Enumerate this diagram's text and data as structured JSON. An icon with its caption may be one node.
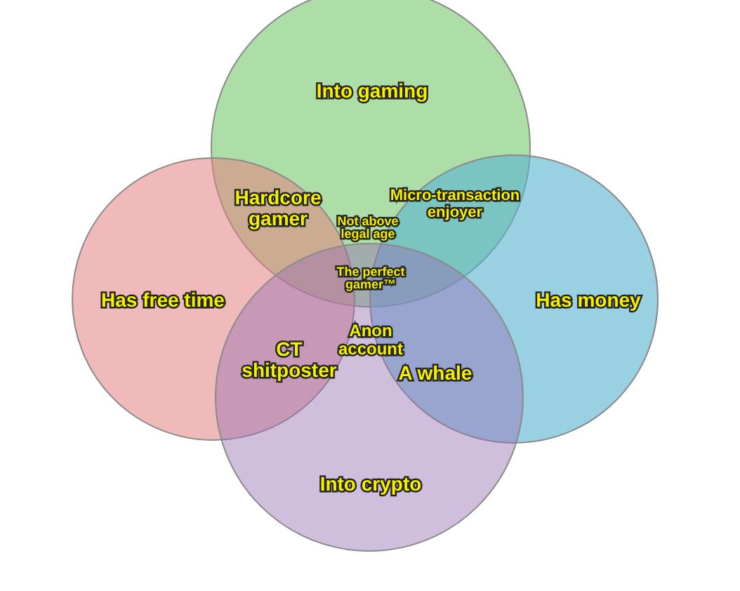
{
  "diagram": {
    "nodes": [
      {
        "text": [
          "Into gaming"
        ]
      },
      {
        "text": [
          "Has free time"
        ]
      },
      {
        "text": [
          "Has money"
        ]
      },
      {
        "text": [
          "Into crypto"
        ]
      }
    ],
    "labels": [
      "Hardcore gamer",
      "Micro-transaction enjoyer",
      "Not above legal age",
      "The perfect gamer™",
      "Anon account",
      "CT shitposter",
      "A whale"
    ]
  }
}
